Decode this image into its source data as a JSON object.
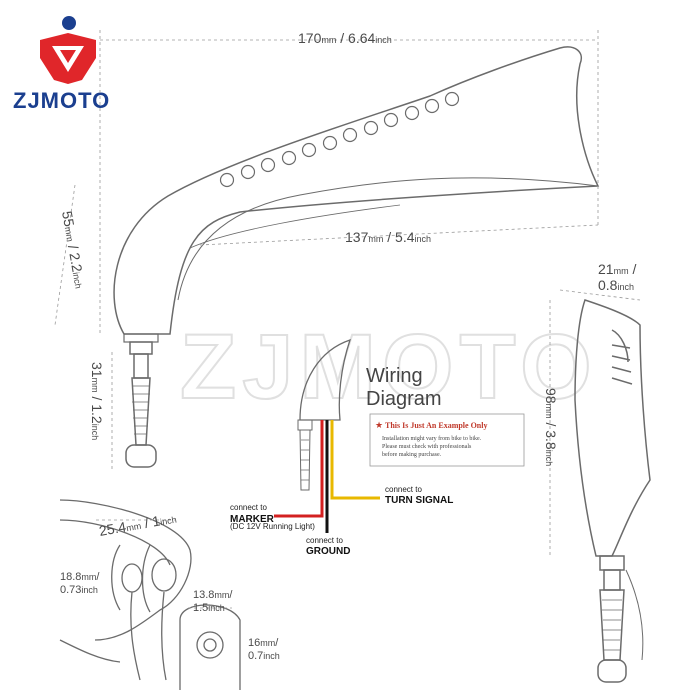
{
  "brand": {
    "name": "ZJMOTO",
    "watermark": "ZJMOTO"
  },
  "dimensions": {
    "total_width_mm": "170",
    "total_width_inch": "6.64",
    "inner_width_mm": "137",
    "inner_width_inch": "5.4",
    "height_mm": "55",
    "height_inch": "2.2",
    "stem_mm": "31",
    "stem_inch": "1.2",
    "side_width_mm": "21",
    "side_width_inch": "0.8",
    "side_height_mm": "98",
    "side_height_inch": "3.8",
    "clamp_width_mm": "25.4",
    "clamp_width_inch": "1",
    "clamp_depth_mm": "18.8",
    "clamp_depth_inch": "0.73",
    "hole_mm": "13.8",
    "hole_inch": "1.5",
    "plate_mm": "16",
    "plate_inch": "0.7",
    "unit_mm": "mm",
    "unit_inch": "inch"
  },
  "wiring": {
    "title_line1": "Wiring",
    "title_line2": "Diagram",
    "notice_title": "This Is Just An Example Only",
    "notice_body_1": "Installation might vary from bike to bike.",
    "notice_body_2": "Please must check with professionals",
    "notice_body_3": "before making purchase.",
    "marker_connect": "connect to",
    "marker_label": "MARKER",
    "marker_note": "(DC 12V Running Light)",
    "ground_connect": "connect to",
    "ground_label": "GROUND",
    "turn_connect": "connect to",
    "turn_label": "TURN SIGNAL",
    "wire_colors": {
      "marker": "#d32020",
      "ground": "#111111",
      "turn": "#e8b800"
    }
  },
  "colors": {
    "logo_red": "#e0262a",
    "logo_blue": "#1b3f8f",
    "line": "#6b6b6b",
    "dim_line": "#9a9a9a"
  }
}
